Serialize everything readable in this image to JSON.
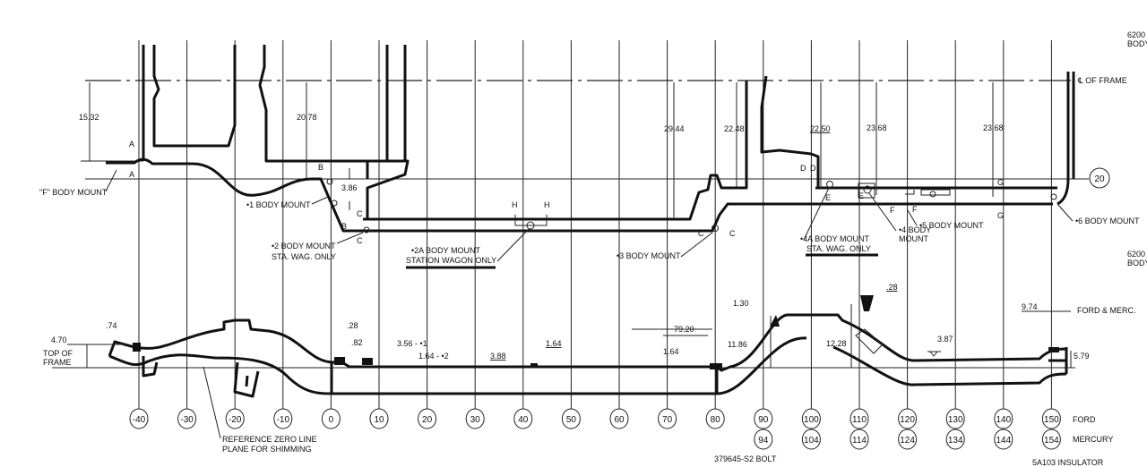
{
  "plan_view": {
    "centerline_label": "℄ OF FRAME",
    "section_marker": "20",
    "dimensions": [
      "15.32",
      "20.78",
      "3.86",
      "29.44",
      "22.48",
      "22.50",
      "23.68",
      "23.68"
    ],
    "section_letters": [
      "A",
      "A",
      "B",
      "B",
      "C",
      "C",
      "C",
      "C",
      "H",
      "H",
      "D",
      "D",
      "E",
      "E",
      "F",
      "F",
      "G",
      "G"
    ],
    "mounts": {
      "f": "\"F\" BODY MOUNT",
      "m1": "•1 BODY MOUNT",
      "m2_l1": "•2 BODY MOUNT",
      "m2_l2": "STA. WAG. ONLY",
      "m2a_l1": "•2A BODY MOUNT",
      "m2a_l2": "STATION WAGON ONLY",
      "m3": "•3 BODY MOUNT",
      "m4a_l1": "•4A BODY MOUNT",
      "m4a_l2": "STA. WAG. ONLY",
      "m4_l1": "•4 BODY",
      "m4_l2": "MOUNT",
      "m5": "•5 BODY MOUNT",
      "m6": "•6 BODY MOUNT"
    },
    "right_edge_labels": [
      "6200",
      "BODY",
      "6200",
      "BODY"
    ]
  },
  "side_view": {
    "dimensions": {
      "d074": ".74",
      "d470": "4.70",
      "top_of_frame_l1": "TOP OF",
      "top_of_frame_l2": "FRAME",
      "d028a": ".28",
      "d082": ".82",
      "d356": "3.56 - •1",
      "d164b": "1.64 - •2",
      "d388": "3.88",
      "d164c": "1.64",
      "d7920": "79.20",
      "d164d": "1.64",
      "d130": "1.30",
      "d1186": "11.86",
      "d1228": "12.28",
      "d028b": ".28",
      "d387": "3.87",
      "d974": "9.74",
      "ford_merc": "FORD & MERC.",
      "d579": "5.79"
    },
    "reference_l1": "REFERENCE ZERO LINE",
    "reference_l2": "PLANE FOR SHIMMING",
    "bolt": "379645-S2 BOLT",
    "insulator": "5A103 INSULATOR"
  },
  "stations": {
    "ford": [
      "-40",
      "-30",
      "-20",
      "-10",
      "0",
      "10",
      "20",
      "30",
      "40",
      "50",
      "60",
      "70",
      "80",
      "90",
      "100",
      "110",
      "120",
      "130",
      "140",
      "150"
    ],
    "mercury": [
      "94",
      "104",
      "114",
      "124",
      "134",
      "144",
      "154"
    ],
    "ford_label": "FORD",
    "mercury_label": "MERCURY"
  }
}
